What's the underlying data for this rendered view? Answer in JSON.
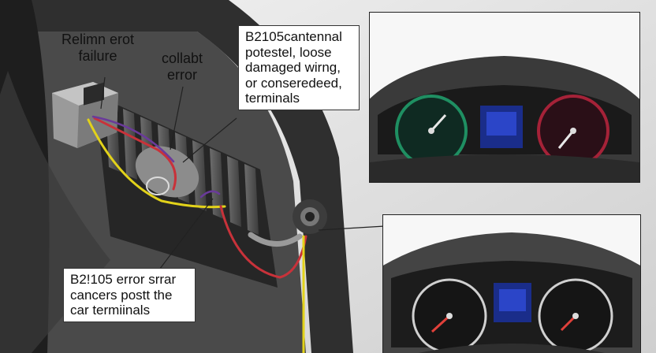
{
  "callouts": {
    "relay_failure": [
      "Relimn erot",
      "failure"
    ],
    "connector_error": [
      "collabt",
      "error"
    ],
    "circuit_causes": [
      "B2105cantennal",
      "potestel,  loose",
      "damaged wirng,",
      "or conseredeed,",
      "terminals"
    ],
    "error_summary": [
      "B2!105 error srrar",
      "cancers postt the",
      "car termiinals"
    ]
  },
  "colors": {
    "wire_red": "#c8323a",
    "wire_yellow": "#e2d21a",
    "wire_purple": "#6a3a9a",
    "gauge_green": "#1f8f62",
    "gauge_red": "#a52238",
    "display_blue": "#2b45c8"
  }
}
